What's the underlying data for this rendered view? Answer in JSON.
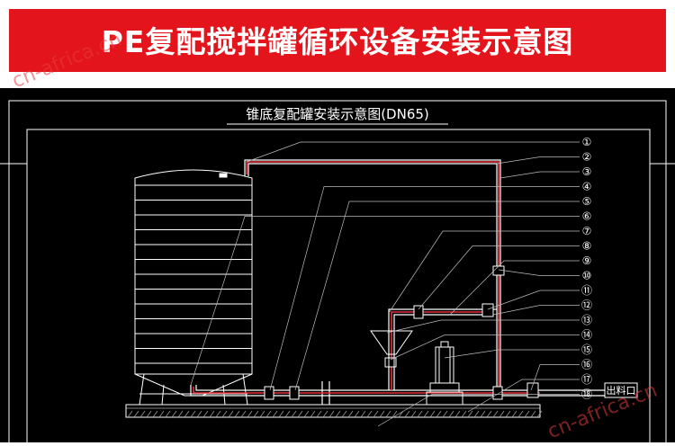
{
  "banner": {
    "title": "PE复配搅拌罐循环设备安装示意图",
    "accent": "#e3141b"
  },
  "watermark": {
    "text": "cn-africa.cn"
  },
  "drawing": {
    "title": "锥底复配罐安装示意图(DN65)",
    "outlet_label": "出料口",
    "callouts": [
      "①",
      "②",
      "③",
      "④",
      "⑤",
      "⑥",
      "⑦",
      "⑧",
      "⑨",
      "⑩",
      "⑪",
      "⑫",
      "⑬",
      "⑭",
      "⑮",
      "⑯",
      "⑰",
      "⑱"
    ],
    "colors": {
      "background": "#000000",
      "lines": "#ffffff",
      "pipe_accent": "#e8303a"
    }
  }
}
